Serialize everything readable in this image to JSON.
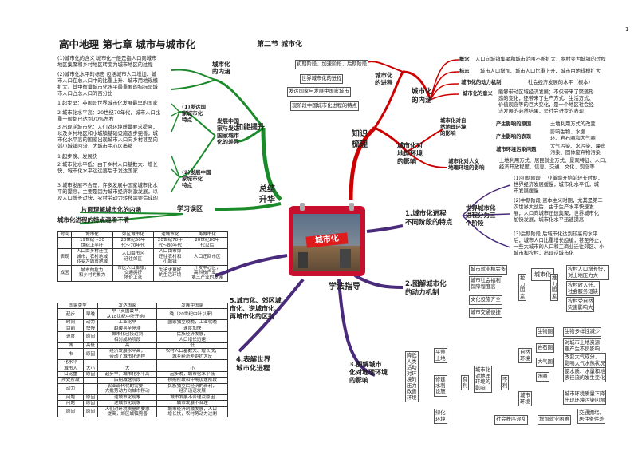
{
  "page": {
    "number": "1"
  },
  "title": {
    "main": "高中地理 第七章 城市与城市化",
    "section": "第二节 城市化"
  },
  "center": {
    "caption": "城市化"
  },
  "hubs": {
    "summary": "总结\n升华",
    "knowledge": "知识\n梳理",
    "method": "学法指导"
  },
  "green": {
    "inner": "城市化\n的内涵",
    "boost": "知能提升",
    "diff": "发展中国\n家与发达\n国家城市\n化的差异",
    "developed": "(1)发达国\n家城市化\n特点",
    "developing": "(2)发展中国\n家城市化\n特点",
    "review": "学习误区",
    "r1": "片面理解城市化的内涵",
    "r2": "城市化进程的特点混淆不清",
    "notes": [
      "(1)城市化的含义 城市化一般是指人口向城市\n地区集聚和乡村地区转变为城市地区的过程",
      "(2)城市化水平的标志 包括城市人口增加、城\n市人口在总人口中的比重上升、城市用地规模\n扩大。其中衡量城市化水平最重要的指标是城\n市人口占总人口的百分比",
      "1 起步早：英国是世界城市化发展最早的国家",
      "2 城市化水平高：20世纪70年代，城市人口比\n重一般都已达到70%左右",
      "3 出现逆城市化：人们对环境质量要求提高，\n以及乡村地区和小城镇基础设施逐步完善，城\n市化水平高的国家出现城市人口向乡村甚至向\n郊小城镇回流，大城市中心区萎缩",
      "1 起步晚、发展快",
      "2 城市化水平低：由于乡村人口基数大、增长\n快，城市化水平远远落后于发达国家",
      "3 城市发展不合理：许多发展中国家城市化水\n平的提高，主要是因为城市经济刺激发展，以\n及人口增长过快，农村劳动力转移需要造成的"
    ]
  },
  "red": {
    "process": "城市化\n的进程",
    "process_items": [
      "初期阶段、加速阶段、后期阶段",
      "世界城市化的进程",
      "发达国家与发展中国家城市",
      "现阶段中国城市化进程的特点"
    ],
    "inner": "城市化\n的内涵",
    "inner_items": [
      {
        "k": "概念",
        "v": "人口向城镇集聚和城市范围不断扩大，乡村变为城镇的过程"
      },
      {
        "k": "标志",
        "v": "城市人口增加、城市人口比重上升、城市用地规模扩大"
      },
      {
        "k": "城市化的动力机制",
        "v": "社会经济发展的水平（根本）"
      },
      {
        "k": "城市化的意义",
        "v": "能够带动区域经济发展；不仅带来了聚落形\n态的变化，还带来了生产方式、生活方式、\n价值观念等的巨大变化，是一个地区社会经\n济发展的必然结果，是社会进步的表现"
      }
    ],
    "impact": "城市化对\n地理环境\n的影响",
    "nat": "城市化对自\n然地理环境\n的影响",
    "nat_items": [
      {
        "k": "产生影响的原因",
        "v": "土地利用方式的改变"
      },
      {
        "k": "产生影响的表现",
        "v": "影响生物、水循\n环、岩石圈和大气圈"
      },
      {
        "k": "城市环境污染问题",
        "v": "大气污染、水污染、噪声\n污染、固体废弃物污染"
      }
    ],
    "hum": "城市化对人文\n地理环境的影响",
    "hum_v": "土地利用方式、居民就业方式、景观特征、人口、\n经济开放程度、信息、交通、文化、观念等"
  },
  "purple1": {
    "topic": "1.城市化进程\n不同阶段的特点",
    "sub": "世界城市化\n进程分为三\n个阶段",
    "items": [
      "(1)初期阶段 工业革命开始前较长时期，\n世界经济发展缓慢，城市化水平低，城\n市发展缓慢",
      "(2)中期阶段 资本主义时期，尤其是第二\n次世界大战后，由于生产水平快速发\n展，人口向城市迅速集聚，世界城市化\n加快发展，城市化水平迅速提高",
      "(3)后期阶段 后城市化达到较高的水平\n后，城市人口比重增长趋缓，甚至停止，\n一些大城市的人口和工商业迁往郊区、小\n城市和农村，出现逆城市化"
    ]
  },
  "purple2": {
    "topic": "2.图解城市化\n的动力机制",
    "left": [
      "城市就业机会多",
      "城市社会福利\n保障程度高",
      "文化设施齐全",
      "城市交通便捷"
    ],
    "pull": "拉\n力\n因\n素",
    "center": "城市化",
    "push": "推\n力\n因\n素",
    "right": [
      "农村人口增长快，\n对土地压力大",
      "农村收入低，\n社会服务短缺",
      "农村受自然\n灾害影响大"
    ]
  },
  "purple3": {
    "topic": "3.图解城市\n化对地理环境\n的影响",
    "a": "降低\n人类\n活动\n对环\n境的\n压力\n改善\n环境",
    "b": [
      "平整\n土地",
      "修建\n水利\n设施",
      "绿化\n环境"
    ],
    "c": "有\n利",
    "d": "城市化\n对地理\n环境的\n影响",
    "e": "不\n利",
    "nature": "自然\n环境",
    "city": "城市\n环境",
    "spheres": [
      "生物圈",
      "岩石圈",
      "大气圈",
      "水圈"
    ],
    "sphere_effects": [
      "生物多样性减少",
      "对城市土地资源\n重产生不良影响",
      "改变大气成分，\n影响大气水热状况",
      "使水质、水量和地\n表径流的发生变化"
    ],
    "city_effects": [
      "城市环境质量下降\n出现环境污染问题",
      "交通拥堵、\n居住条件差"
    ],
    "social": [
      "社会秩序混乱",
      "增加就业困难"
    ]
  },
  "purple4": {
    "topic": "4.表解世界\n城市化进程"
  },
  "purple5": {
    "topic": "5.城市化、郊区城\n市化、逆城市化、\n再城市化的区别"
  },
  "table1": {
    "headers": [
      "时间",
      "城市化",
      "郊区城市化",
      "逆城市化",
      "再城市化"
    ],
    "rows": [
      [
        "",
        "19世纪～20\n世纪上半叶",
        "20世纪50年\n代～70年代",
        "20世纪70年\n代～80年代",
        "20世纪80年\n代以后"
      ],
      [
        "表现",
        "人口由乡村迁往\n城市，农村地域\n转变为城市地域",
        "人口由市区\n迁往郊区",
        "人口由市郊\n迁往农村和\n小城镇",
        "人口迁回市区"
      ],
      [
        "成因",
        "城市的拉力\n和乡村的推力",
        "市区人口膨胀，\n交通拥挤\n地价上涨",
        "为追求更好\n的生活环境",
        "开发中心区，\n高科技产业、\n第三产业的发展"
      ]
    ]
  },
  "table2": {
    "head": [
      "国家类型",
      "发达国家",
      "发展中国家"
    ],
    "rows": [
      [
        "起步",
        "早晚",
        "早（英国最早，\n从18世纪中叶开始）",
        "晚（20世纪中叶以来）"
      ],
      [
        "时间",
        "动力",
        "工业化早",
        "国家独立较晚，工业化晚"
      ],
      [
        "目前",
        "快慢",
        "趋缓甚至停滞",
        "速度加快"
      ],
      [
        "速度",
        "原因",
        "城市化已接近到\n相对成熟阶段",
        "民族经济发展，\n人口增长迅速"
      ],
      [
        "城",
        "高低",
        "高",
        "低"
      ],
      [
        "市",
        "原因",
        "经济发展水平高，\n带动了城市化进程",
        "农村人口基数大、增长快，\n城乡经济差距扩大反"
      ],
      [
        "化水平",
        "",
        "",
        ""
      ],
      [
        "城市人",
        "大小",
        "大",
        "小"
      ],
      [
        "口比重",
        "原因",
        "起步早，城市化水平高",
        "起步晚，城市化水平低"
      ],
      [
        "所处阶段",
        "",
        "后期减速阶段",
        "初期阶段和中期加速阶段"
      ],
      [
        "动力",
        "",
        "农业现代化的需要，\n大批劳动力向城市移动",
        "民族独立后经济的新利，\n经济迅速发展"
      ],
      [
        "问题",
        "原因",
        "逆城市化现象",
        "城市发展不合理及原因"
      ],
      [
        "问题",
        "原因",
        "逆城市化现象",
        "城市发展不合理"
      ],
      [
        "原因",
        "原因",
        "人们对环境质量的要求\n提高，郊区城镇完善",
        "城市经济刺激发展，人口\n增长快，农村劳动力过剩"
      ]
    ]
  }
}
